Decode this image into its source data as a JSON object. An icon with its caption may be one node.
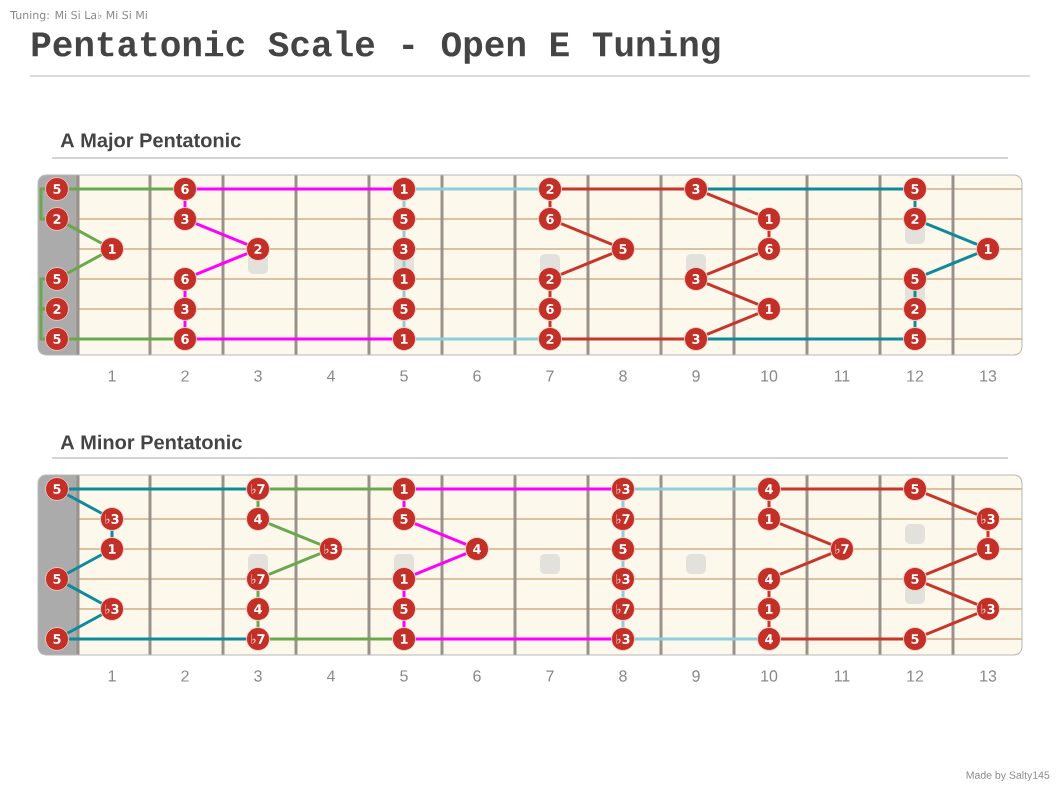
{
  "diagram": {
    "title": "Pentatonic Scale - Open E Tuning",
    "nodes": [
      {
        "text": [
          "5"
        ]
      },
      {
        "text": [
          "6"
        ]
      },
      {
        "text": [
          "1"
        ]
      },
      {
        "text": [
          "2"
        ]
      },
      {
        "text": [
          "3"
        ]
      },
      {
        "text": [
          "5"
        ]
      },
      {
        "text": [
          "2"
        ]
      },
      {
        "text": [
          "3"
        ]
      },
      {
        "text": [
          "5"
        ]
      },
      {
        "text": [
          "6"
        ]
      },
      {
        "text": [
          "1"
        ]
      },
      {
        "text": [
          "2"
        ]
      },
      {
        "text": [
          "1"
        ]
      },
      {
        "text": [
          "2"
        ]
      },
      {
        "text": [
          "3"
        ]
      },
      {
        "text": [
          "5"
        ]
      },
      {
        "text": [
          "6"
        ]
      },
      {
        "text": [
          "1"
        ]
      },
      {
        "text": [
          "5"
        ]
      },
      {
        "text": [
          "6"
        ]
      },
      {
        "text": [
          "1"
        ]
      },
      {
        "text": [
          "2"
        ]
      },
      {
        "text": [
          "3"
        ]
      },
      {
        "text": [
          "5"
        ]
      },
      {
        "text": [
          "2"
        ]
      },
      {
        "text": [
          "3"
        ]
      },
      {
        "text": [
          "5"
        ]
      },
      {
        "text": [
          "6"
        ]
      },
      {
        "text": [
          "1"
        ]
      },
      {
        "text": [
          "2"
        ]
      },
      {
        "text": [
          "5"
        ]
      },
      {
        "text": [
          "6"
        ]
      },
      {
        "text": [
          "1"
        ]
      },
      {
        "text": [
          "2"
        ]
      },
      {
        "text": [
          "3"
        ]
      },
      {
        "text": [
          "5"
        ]
      },
      {
        "text": [
          "5"
        ]
      },
      {
        "text": [
          "♭7"
        ]
      },
      {
        "text": [
          "1"
        ]
      },
      {
        "text": [
          "♭3"
        ]
      },
      {
        "text": [
          "4"
        ]
      },
      {
        "text": [
          "5"
        ]
      },
      {
        "text": [
          "♭3"
        ]
      },
      {
        "text": [
          "4"
        ]
      },
      {
        "text": [
          "5"
        ]
      },
      {
        "text": [
          "♭7"
        ]
      },
      {
        "text": [
          "1"
        ]
      },
      {
        "text": [
          "♭3"
        ]
      },
      {
        "text": [
          "1"
        ]
      },
      {
        "text": [
          "♭3"
        ]
      },
      {
        "text": [
          "4"
        ]
      },
      {
        "text": [
          "5"
        ]
      },
      {
        "text": [
          "♭7"
        ]
      },
      {
        "text": [
          "1"
        ]
      },
      {
        "text": [
          "5"
        ]
      },
      {
        "text": [
          "♭7"
        ]
      },
      {
        "text": [
          "1"
        ]
      },
      {
        "text": [
          "♭3"
        ]
      },
      {
        "text": [
          "4"
        ]
      },
      {
        "text": [
          "5"
        ]
      },
      {
        "text": [
          "♭3"
        ]
      },
      {
        "text": [
          "4"
        ]
      },
      {
        "text": [
          "5"
        ]
      },
      {
        "text": [
          "♭7"
        ]
      },
      {
        "text": [
          "1"
        ]
      },
      {
        "text": [
          "♭3"
        ]
      },
      {
        "text": [
          "5"
        ]
      },
      {
        "text": [
          "♭7"
        ]
      },
      {
        "text": [
          "1"
        ]
      },
      {
        "text": [
          "♭3"
        ]
      },
      {
        "text": [
          "4"
        ]
      },
      {
        "text": [
          "5"
        ]
      }
    ],
    "edges": [
      {
        "from": 0,
        "to": 1,
        "arrow": "none",
        "color": "#6aa84f"
      },
      {
        "from": 0,
        "to": 6,
        "arrow": "none",
        "color": "#6aa84f"
      },
      {
        "from": 6,
        "to": 12,
        "arrow": "none",
        "color": "#6aa84f"
      },
      {
        "from": 12,
        "to": 18,
        "arrow": "none",
        "color": "#6aa84f"
      },
      {
        "from": 18,
        "to": 24,
        "arrow": "none",
        "color": "#6aa84f"
      },
      {
        "from": 24,
        "to": 30,
        "arrow": "none",
        "color": "#6aa84f"
      },
      {
        "from": 30,
        "to": 31,
        "arrow": "none",
        "color": "#6aa84f"
      },
      {
        "from": 1,
        "to": 2,
        "arrow": "none",
        "color": "#ff00ff"
      },
      {
        "from": 1,
        "to": 7,
        "arrow": "none",
        "color": "#ff00ff"
      },
      {
        "from": 7,
        "to": 13,
        "arrow": "none",
        "color": "#ff00ff"
      },
      {
        "from": 13,
        "to": 19,
        "arrow": "none",
        "color": "#ff00ff"
      },
      {
        "from": 19,
        "to": 25,
        "arrow": "none",
        "color": "#ff00ff"
      },
      {
        "from": 25,
        "to": 31,
        "arrow": "none",
        "color": "#ff00ff"
      },
      {
        "from": 31,
        "to": 32,
        "arrow": "none",
        "color": "#ff00ff"
      },
      {
        "from": 2,
        "to": 3,
        "arrow": "none",
        "color": "#8ccfdb"
      },
      {
        "from": 2,
        "to": 8,
        "arrow": "none",
        "color": "#8ccfdb"
      },
      {
        "from": 8,
        "to": 14,
        "arrow": "none",
        "color": "#8ccfdb"
      },
      {
        "from": 14,
        "to": 20,
        "arrow": "none",
        "color": "#8ccfdb"
      },
      {
        "from": 20,
        "to": 26,
        "arrow": "none",
        "color": "#8ccfdb"
      },
      {
        "from": 26,
        "to": 32,
        "arrow": "none",
        "color": "#8ccfdb"
      },
      {
        "from": 32,
        "to": 33,
        "arrow": "none",
        "color": "#8ccfdb"
      },
      {
        "from": 3,
        "to": 4,
        "arrow": "none"
      },
      {
        "from": 3,
        "to": 9,
        "arrow": "none"
      },
      {
        "from": 9,
        "to": 15,
        "arrow": "none"
      },
      {
        "from": 15,
        "to": 21,
        "arrow": "none"
      },
      {
        "from": 21,
        "to": 27,
        "arrow": "none"
      },
      {
        "from": 27,
        "to": 33,
        "arrow": "none"
      },
      {
        "from": 33,
        "to": 34,
        "arrow": "none"
      },
      {
        "from": 4,
        "to": 10,
        "arrow": "none"
      },
      {
        "from": 10,
        "to": 16,
        "arrow": "none"
      },
      {
        "from": 16,
        "to": 22,
        "arrow": "none"
      },
      {
        "from": 22,
        "to": 28,
        "arrow": "none"
      },
      {
        "from": 28,
        "to": 34,
        "arrow": "none"
      },
      {
        "from": 4,
        "to": 5,
        "arrow": "none",
        "color": "#0e8a9b"
      },
      {
        "from": 5,
        "to": 11,
        "arrow": "none",
        "color": "#0e8a9b"
      },
      {
        "from": 11,
        "to": 17,
        "arrow": "none",
        "color": "#0e8a9b"
      },
      {
        "from": 17,
        "to": 23,
        "arrow": "none",
        "color": "#0e8a9b"
      },
      {
        "from": 23,
        "to": 29,
        "arrow": "none",
        "color": "#0e8a9b"
      },
      {
        "from": 29,
        "to": 35,
        "arrow": "none",
        "color": "#0e8a9b"
      },
      {
        "from": 34,
        "to": 35,
        "arrow": "none",
        "color": "#0e8a9b"
      },
      {
        "from": 36,
        "to": 37,
        "arrow": "none",
        "color": "#0e8a9b"
      },
      {
        "from": 36,
        "to": 42,
        "arrow": "none",
        "color": "#0e8a9b"
      },
      {
        "from": 42,
        "to": 48,
        "arrow": "none",
        "color": "#0e8a9b"
      },
      {
        "from": 48,
        "to": 54,
        "arrow": "none",
        "color": "#0e8a9b"
      },
      {
        "from": 54,
        "to": 60,
        "arrow": "none",
        "color": "#0e8a9b"
      },
      {
        "from": 60,
        "to": 66,
        "arrow": "none",
        "color": "#0e8a9b"
      },
      {
        "from": 66,
        "to": 67,
        "arrow": "none",
        "color": "#0e8a9b"
      },
      {
        "from": 37,
        "to": 38,
        "arrow": "none",
        "color": "#6aa84f"
      },
      {
        "from": 37,
        "to": 43,
        "arrow": "none",
        "color": "#6aa84f"
      },
      {
        "from": 43,
        "to": 49,
        "arrow": "none",
        "color": "#6aa84f"
      },
      {
        "from": 49,
        "to": 55,
        "arrow": "none",
        "color": "#6aa84f"
      },
      {
        "from": 55,
        "to": 61,
        "arrow": "none",
        "color": "#6aa84f"
      },
      {
        "from": 61,
        "to": 67,
        "arrow": "none",
        "color": "#6aa84f"
      },
      {
        "from": 67,
        "to": 68,
        "arrow": "none",
        "color": "#6aa84f"
      },
      {
        "from": 38,
        "to": 39,
        "arrow": "none",
        "color": "#ff00ff"
      },
      {
        "from": 38,
        "to": 44,
        "arrow": "none",
        "color": "#ff00ff"
      },
      {
        "from": 44,
        "to": 50,
        "arrow": "none",
        "color": "#ff00ff"
      },
      {
        "from": 50,
        "to": 56,
        "arrow": "none",
        "color": "#ff00ff"
      },
      {
        "from": 56,
        "to": 62,
        "arrow": "none",
        "color": "#ff00ff"
      },
      {
        "from": 62,
        "to": 68,
        "arrow": "none",
        "color": "#ff00ff"
      },
      {
        "from": 68,
        "to": 69,
        "arrow": "none",
        "color": "#ff00ff"
      },
      {
        "from": 39,
        "to": 40,
        "arrow": "none",
        "color": "#8ccfdb"
      },
      {
        "from": 39,
        "to": 45,
        "arrow": "none",
        "color": "#8ccfdb"
      },
      {
        "from": 45,
        "to": 51,
        "arrow": "none",
        "color": "#8ccfdb"
      },
      {
        "from": 51,
        "to": 57,
        "arrow": "none",
        "color": "#8ccfdb"
      },
      {
        "from": 57,
        "to": 63,
        "arrow": "none",
        "color": "#8ccfdb"
      },
      {
        "from": 63,
        "to": 69,
        "arrow": "none",
        "color": "#8ccfdb"
      },
      {
        "from": 69,
        "to": 70,
        "arrow": "none",
        "color": "#8ccfdb"
      },
      {
        "from": 40,
        "to": 41,
        "arrow": "none"
      },
      {
        "from": 40,
        "to": 46,
        "arrow": "none"
      },
      {
        "from": 46,
        "to": 52,
        "arrow": "none"
      },
      {
        "from": 52,
        "to": 58,
        "arrow": "none"
      },
      {
        "from": 58,
        "to": 64,
        "arrow": "none"
      },
      {
        "from": 64,
        "to": 70,
        "arrow": "none"
      },
      {
        "from": 70,
        "to": 71,
        "arrow": "none"
      },
      {
        "from": 41,
        "to": 47,
        "arrow": "none"
      },
      {
        "from": 47,
        "to": 53,
        "arrow": "none"
      },
      {
        "from": 53,
        "to": 59,
        "arrow": "none"
      },
      {
        "from": 59,
        "to": 65,
        "arrow": "none"
      },
      {
        "from": 65,
        "to": 71,
        "arrow": "none"
      }
    ],
    "labels": [
      "Tuning: Mi Si La♭ Mi Si Mi",
      "A Major Pentatonic",
      "1",
      "2",
      "3",
      "4",
      "5",
      "6",
      "7",
      "8",
      "9",
      "10",
      "11",
      "12",
      "13",
      "A Minor Pentatonic",
      "1",
      "2",
      "3",
      "4",
      "5",
      "6",
      "7",
      "8",
      "9",
      "10",
      "11",
      "12",
      "13",
      "Made by Salty145"
    ]
  }
}
